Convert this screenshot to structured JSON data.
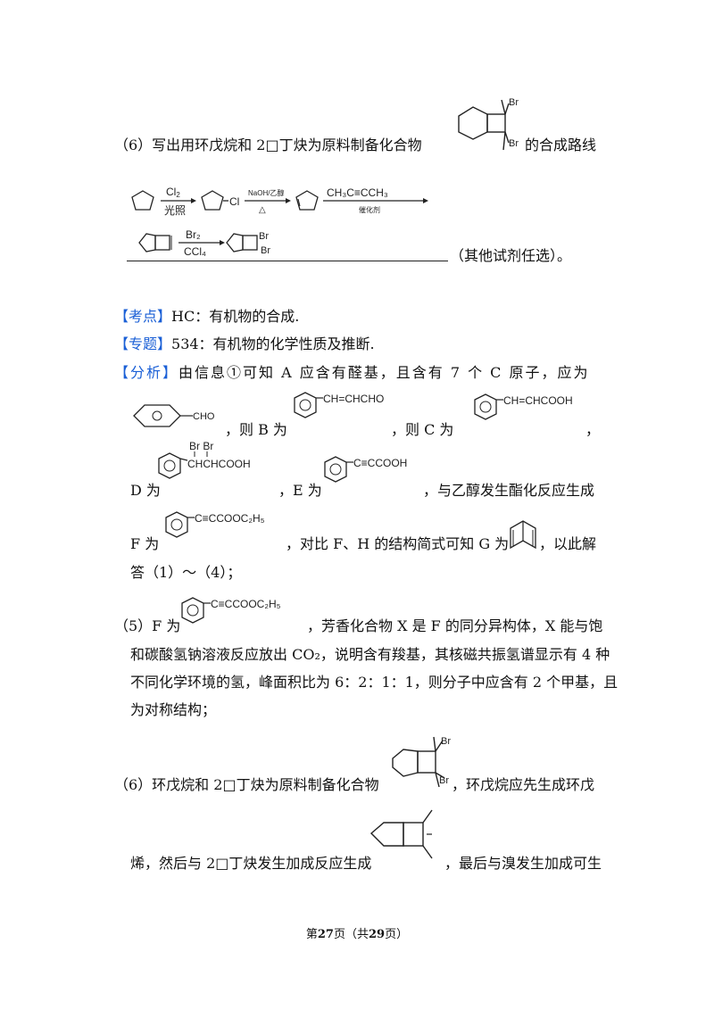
{
  "q6": {
    "prefix": "（6）写出用环戊烷和 2□丁炔为原料制备化合物",
    "suffix": "的合成路线",
    "answer_tail": "（其他试剂任选）。",
    "scheme": {
      "cl2": "Cl",
      "cl2_sub": "2",
      "light": "光照",
      "cl": "Cl",
      "naoh": "NaOH/乙醇",
      "heat": "△",
      "butyne": "CH₃C≡CCH₃",
      "catalyst": "催化剂",
      "br2": "Br₂",
      "ccl4": "CCl₄",
      "br": "Br"
    },
    "product_br": "Br"
  },
  "kaodian": {
    "label": "【考点】",
    "text": "HC：有机物的合成."
  },
  "zhuanti": {
    "label": "【专题】",
    "text": "534：有机物的化学性质及推断."
  },
  "fenxi": {
    "label": "【分析】",
    "text1": "由信息①可知 A 应含有醛基，且含有 7 个 C 原子，应为",
    "cho": "CHO",
    "b_label": "，则 B 为",
    "b_formula": "CH=CHCHO",
    "c_label": "，则 C 为",
    "c_formula": "CH=CHCOOH",
    "comma": "，",
    "d_label": "D 为",
    "d_br": "Br  Br",
    "d_formula": "CHCHCOOH",
    "e_label": "，E 为",
    "e_formula": "C≡CCOOH",
    "e_tail": "，与乙醇发生酯化反应生成",
    "f_label": "F 为",
    "f_formula": "C≡CCOOC₂H₅",
    "f_tail": "，对比 F、H 的结构简式可知 G 为",
    "g_tail": "，以此解",
    "last": "答（1）～（4）；"
  },
  "p5": {
    "label": "（5）F 为",
    "formula": "C≡CCOOC₂H₅",
    "line1_tail": "，芳香化合物 X 是 F 的同分异构体，X 能与饱",
    "line2": "和碳酸氢钠溶液反应放出 CO₂，说明含有羧基，其核磁共振氢谱显示有 4 种",
    "line3": "不同化学环境的氢，峰面积比为 6：2：1：1，则分子中应含有 2 个甲基，且",
    "line4": "为对称结构；"
  },
  "p6": {
    "line1": "（6）环戊烷和 2□丁炔为原料制备化合物",
    "br": "Br",
    "line1_tail": "，环戊烷应先生成环戊",
    "line2": "烯，然后与 2□丁炔发生加成反应生成",
    "line2_tail": "，最后与溴发生加成可生"
  },
  "footer": {
    "pre": "第",
    "page": "27",
    "mid": "页（共",
    "total": "29",
    "post": "页）"
  }
}
